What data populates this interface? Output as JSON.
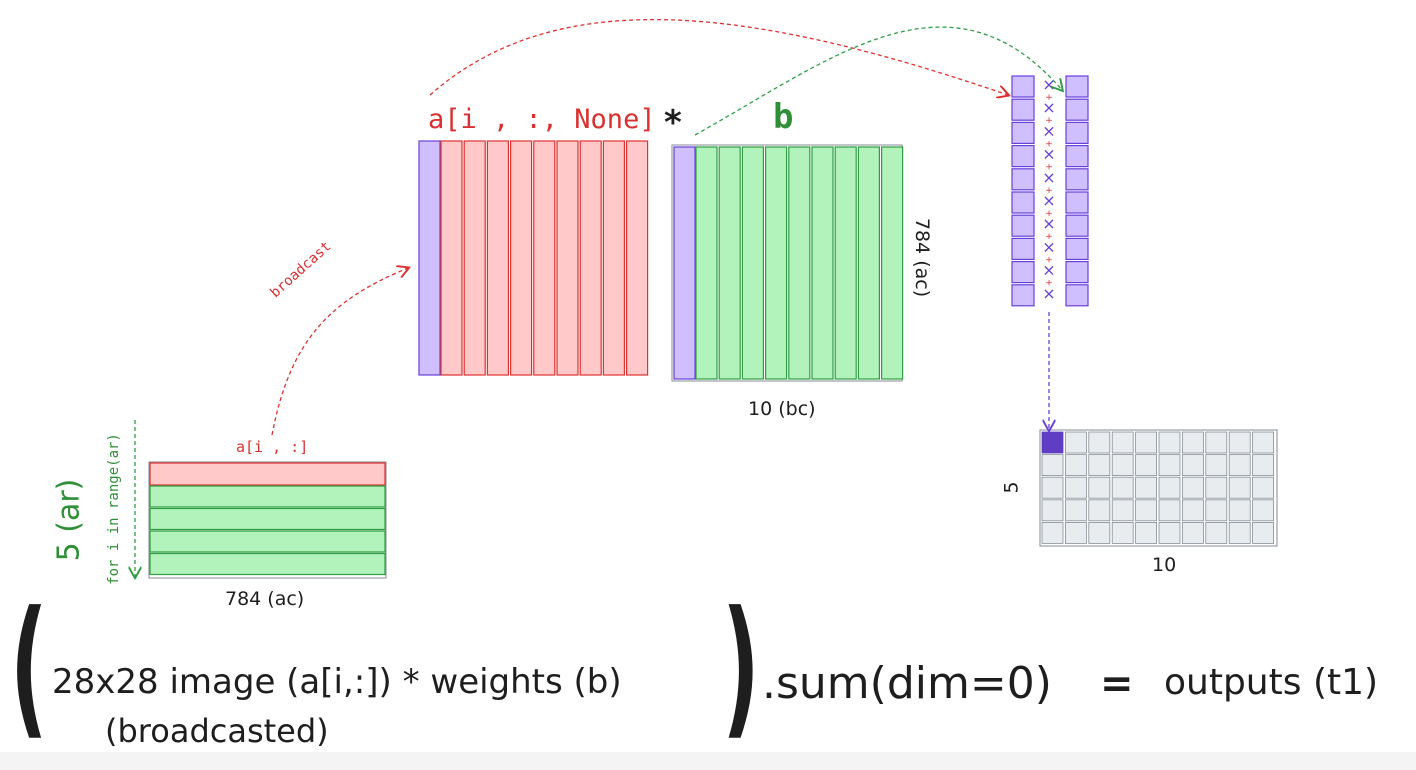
{
  "labels": {
    "a_slice_3d": "a[i , :, None]",
    "star": "*",
    "b": "b",
    "b_rows": "784 (ac)",
    "b_cols": "10 (bc)",
    "broadcast": "broadcast",
    "a_row": "a[i , :]",
    "ar": "5 (ar)",
    "loop": "for i in range(ar)",
    "a_cols": "784 (ac)",
    "out_rows": "5",
    "out_cols": "10"
  },
  "equation": {
    "open_paren": "(",
    "line1": "28x28 image (a[i,:]) * weights (b)",
    "line2": "(broadcasted)",
    "close_paren": ")",
    "sum": ".sum(dim=0)",
    "equals": "=",
    "result": "outputs (t1)"
  },
  "colors": {
    "red_fill": "#ffc9c9",
    "red_stroke": "#e03131",
    "green_fill": "#b2f2bb",
    "green_stroke": "#2f9e44",
    "purple_fill": "#d0bfff",
    "purple_stroke": "#6741d9",
    "grey_fill": "#e9ecef",
    "grey_stroke": "#868e96",
    "highlight": "#5f3dc4"
  }
}
